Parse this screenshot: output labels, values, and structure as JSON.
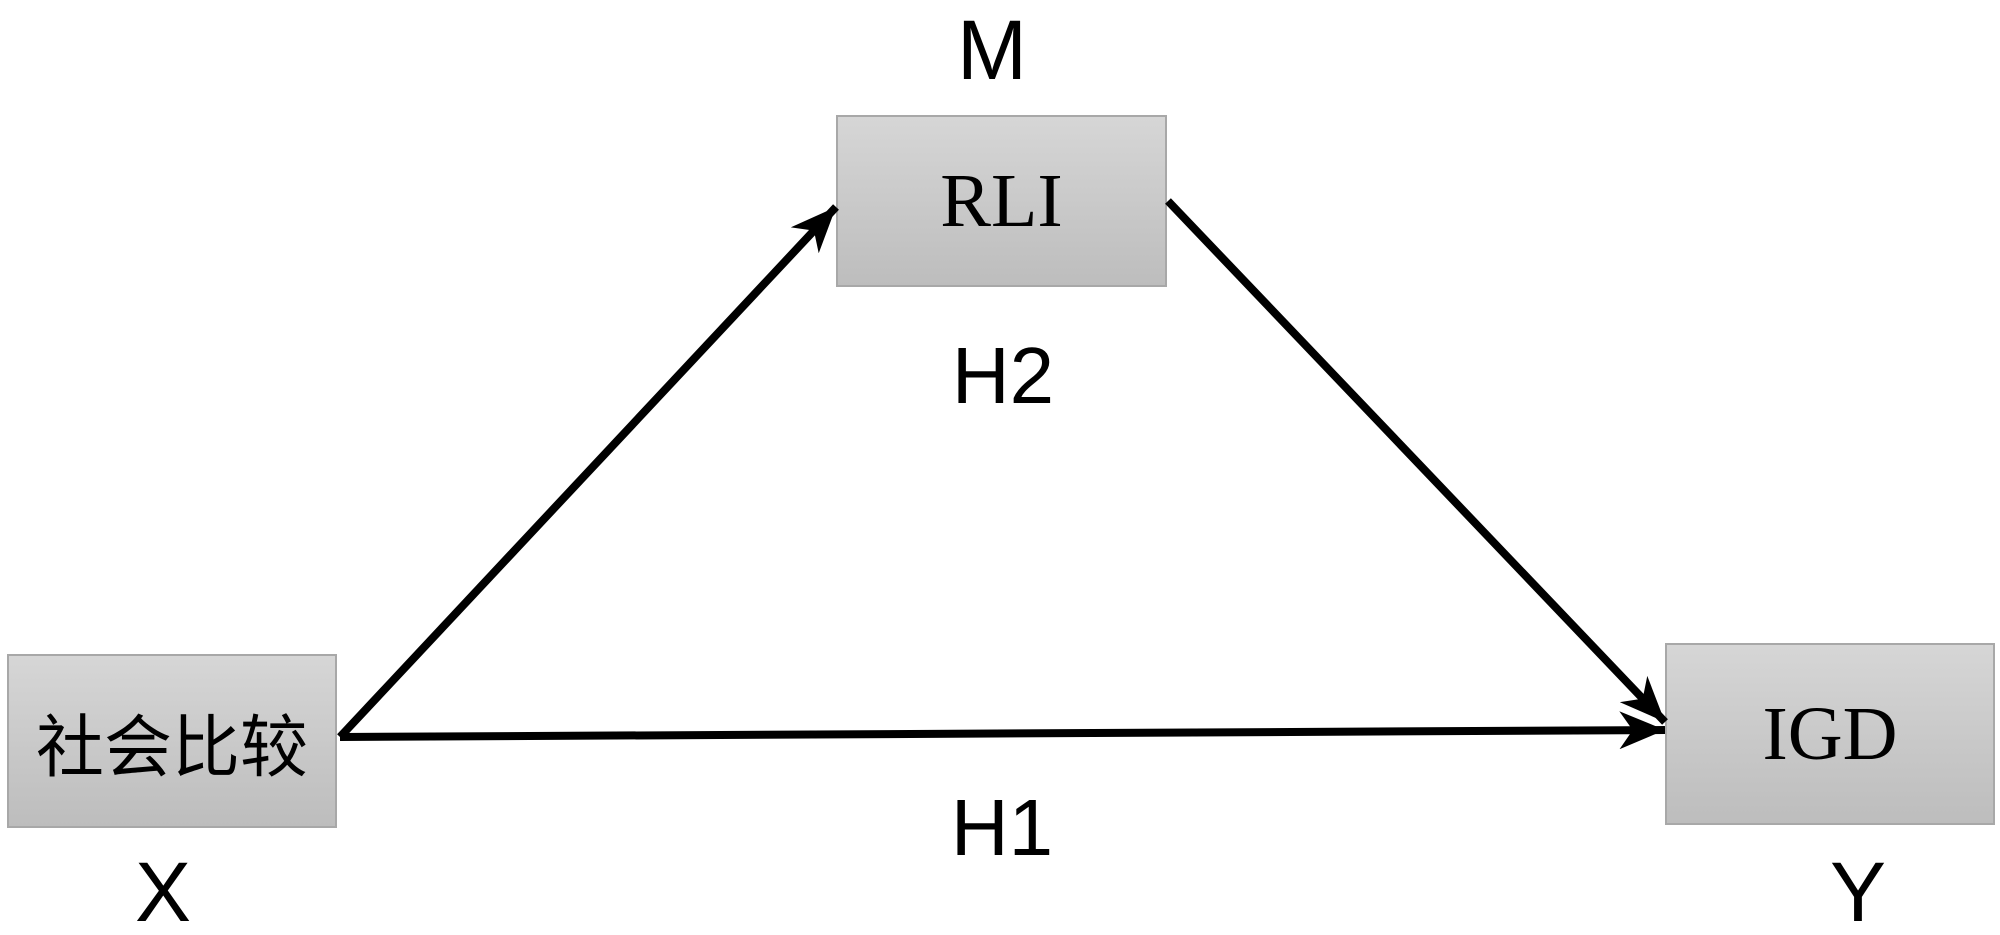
{
  "colors": {
    "background": "#ffffff",
    "box_fill_top": "#d6d6d6",
    "box_fill_bottom": "#bdbdbd",
    "box_border": "#a8a8a8",
    "arrow": "#000000",
    "text": "#000000"
  },
  "nodes": {
    "x": {
      "label": "社会比较",
      "role": "X"
    },
    "m": {
      "label": "RLI",
      "role": "M"
    },
    "y": {
      "label": "IGD",
      "role": "Y"
    }
  },
  "edge_labels": {
    "direct_effect": "H1",
    "mediated_effect": "H2"
  }
}
